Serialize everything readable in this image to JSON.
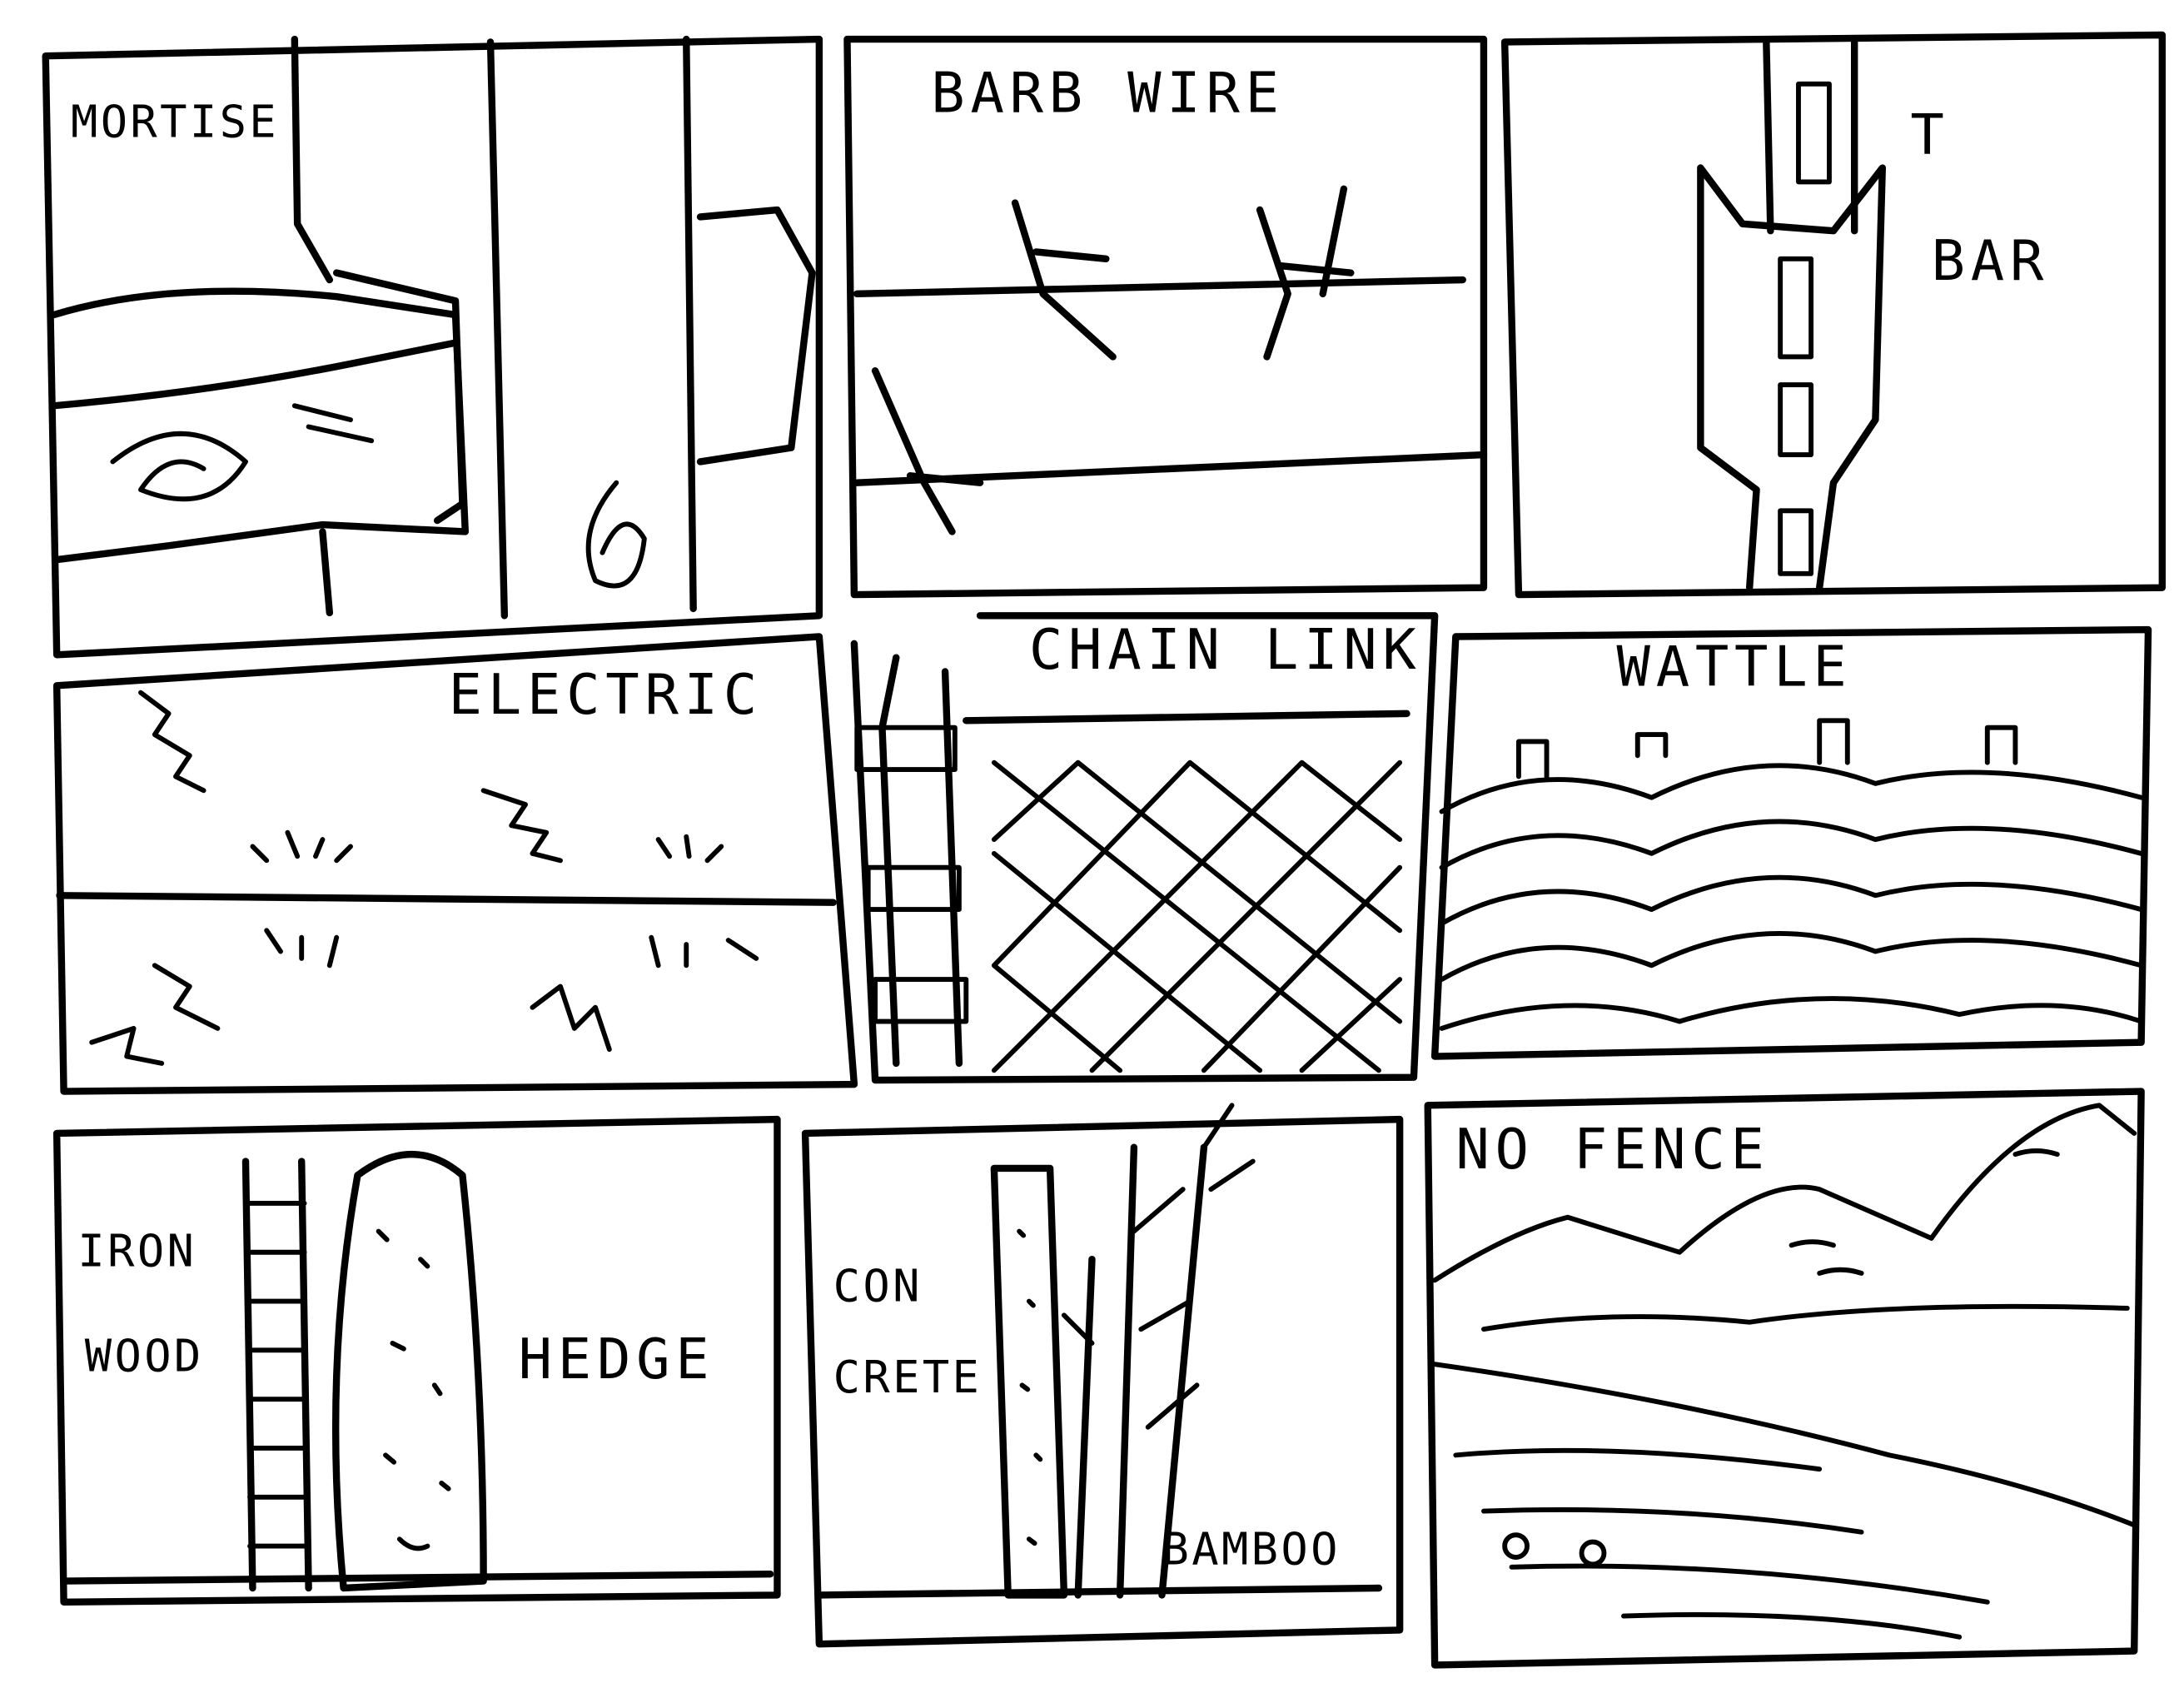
{
  "panels": {
    "mortise": {
      "label": "MORTISE"
    },
    "barb_wire": {
      "label": "BARB WIRE"
    },
    "t_bar": {
      "label_1": "T",
      "label_2": "BAR"
    },
    "electric": {
      "label": "ELECTRIC"
    },
    "chain_link": {
      "label": "CHAIN LINK"
    },
    "wattle": {
      "label": "WATTLE"
    },
    "iron_wood_hedge": {
      "label_iron": "IRON",
      "label_wood": "WOOD",
      "label_hedge": "HEDGE"
    },
    "concrete_bamboo": {
      "label_con": "CON",
      "label_crete": "CRETE",
      "label_bamboo": "BAMBOO"
    },
    "no_fence": {
      "label": "NO FENCE"
    }
  }
}
